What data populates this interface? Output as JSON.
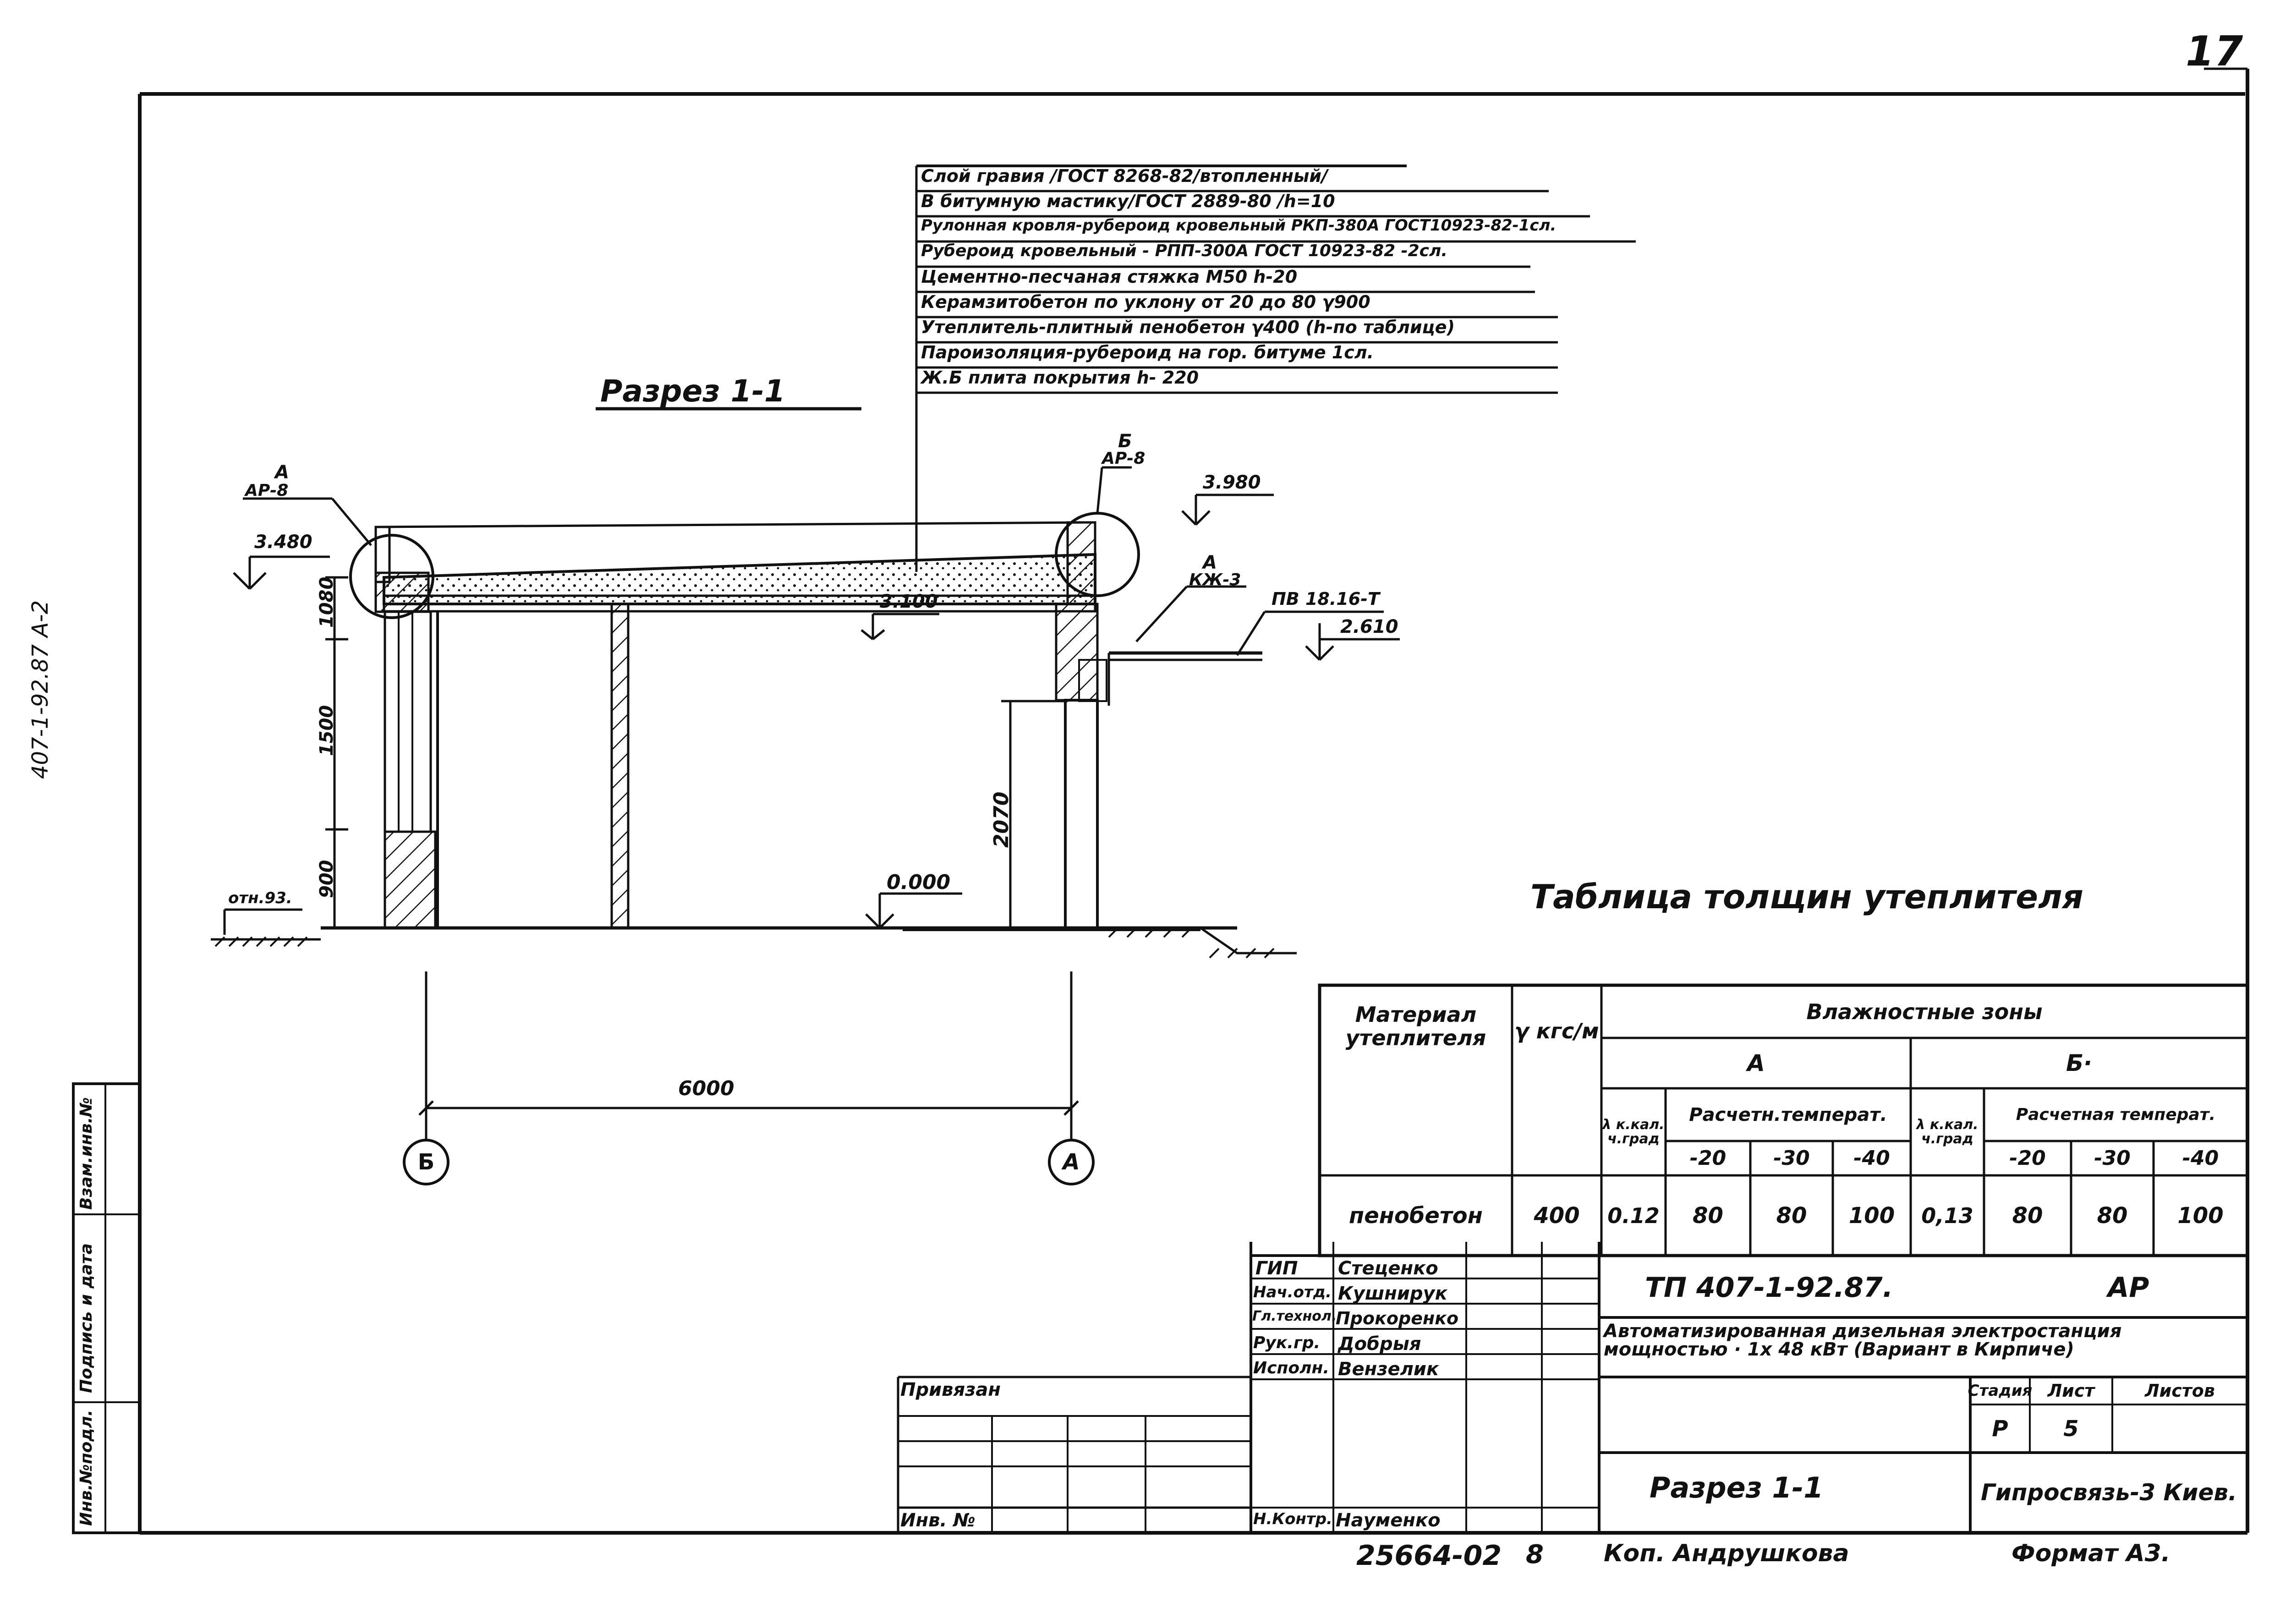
{
  "sheet_number": "17",
  "side_code": "407-1-92.87  А-2",
  "section_title": "Разрез  1-1",
  "layers": [
    "Слой гравия /ГОСТ 8268-82/втопленный/",
    "В битумную мастику/ГОСТ 2889-80 /h=10",
    "Рулонная кровля-рубероид кровельный РКП-380А ГОСТ10923-82-1сл.",
    "Рубероид кровельный - РПП-300А ГОСТ 10923-82 -2сл.",
    "Цементно-песчаная стяжка М50            h-20",
    "Керамзитобетон по уклону  от 20 до 80  γ900",
    "Утеплитель-плитный пенобетон γ400 (h-по таблице)",
    "Пароизоляция-рубероид на гор. битуме  1сл.",
    "Ж.Б плита покрытия                         h- 220"
  ],
  "callouts": {
    "left_node": {
      "letter": "А",
      "sheet": "АР-8"
    },
    "right_node": {
      "letter": "Б",
      "sheet": "АР-8"
    },
    "canopy_node": {
      "letter": "А",
      "sheet": "КЖ-3"
    },
    "canopy_mark": "ПВ 18.16-Т"
  },
  "elevations": {
    "left_top": "3.480",
    "right_top": "3.980",
    "ceiling": "3.100",
    "canopy": "2.610",
    "floor": "0.000",
    "ground": "отн.93."
  },
  "dimensions": {
    "d1080": "1080",
    "d1500": "1500",
    "d900": "900",
    "d2070": "2070",
    "span": "6000"
  },
  "axes": {
    "left": "Б",
    "right": "А"
  },
  "insulation_table": {
    "title": "Таблица толщин утеплителя",
    "material_header": "Материал утеплителя",
    "gamma_header": "γ кгс/м",
    "humidity_header": "Влажностные зоны",
    "zone_a": "А",
    "zone_b": "Б·",
    "lambda_header": "λ к.кал. ч.град",
    "temp_header_a": "Расчетн.температ.",
    "temp_header_b": "Расчетная температ.",
    "temps": [
      "-20",
      "-30",
      "-40"
    ],
    "row": {
      "material": "пенобетон",
      "gamma": "400",
      "lambda_a": "0.12",
      "a_values": [
        "80",
        "80",
        "100"
      ],
      "lambda_b": "0,13",
      "b_values": [
        "80",
        "80",
        "100"
      ]
    }
  },
  "title_block": {
    "code": "ТП 407-1-92.87.",
    "mark": "АР",
    "description": "Автоматизированная дизельная электростанция мощностью · 1х 48 кВт (Вариант в Кирпиче)",
    "stage_label": "Стадия",
    "sheet_label": "Лист",
    "sheets_label": "Листов",
    "stage": "Р",
    "sheet": "5",
    "sheets": "",
    "drawing_name": "Разрез  1-1",
    "organization": "Гипросвязь-3 Киев.",
    "binding": "Привязан",
    "inv_label": "Инв. №",
    "signers": [
      {
        "role": "ГИП",
        "name": "Стеценко"
      },
      {
        "role": "Нач.отд.",
        "name": "Кушнирук"
      },
      {
        "role": "Гл.технол.",
        "name": "Прокоренко"
      },
      {
        "role": "Рук.гр.",
        "name": "Добрыя"
      },
      {
        "role": "Исполн.",
        "name": "Вензелик"
      }
    ],
    "norm_control": {
      "role": "Н.Контр.",
      "name": "Науменко"
    }
  },
  "side_strip": {
    "inv_orig": "Инв.№подл.",
    "sign_date": "Подпись и дата",
    "replace_inv": "Взам.инв.№"
  },
  "footer": {
    "number": "25664-02",
    "copy_index": "8",
    "copied_by": "Коп. Андрушкова",
    "format": "Формат А3."
  }
}
